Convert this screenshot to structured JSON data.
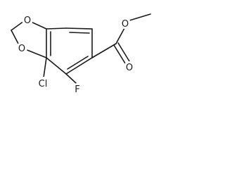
{
  "molecule": {
    "atoms": {
      "o1": "O",
      "o2": "O",
      "o3": "O",
      "o4": "O",
      "cl": "Cl",
      "f": "F"
    }
  }
}
